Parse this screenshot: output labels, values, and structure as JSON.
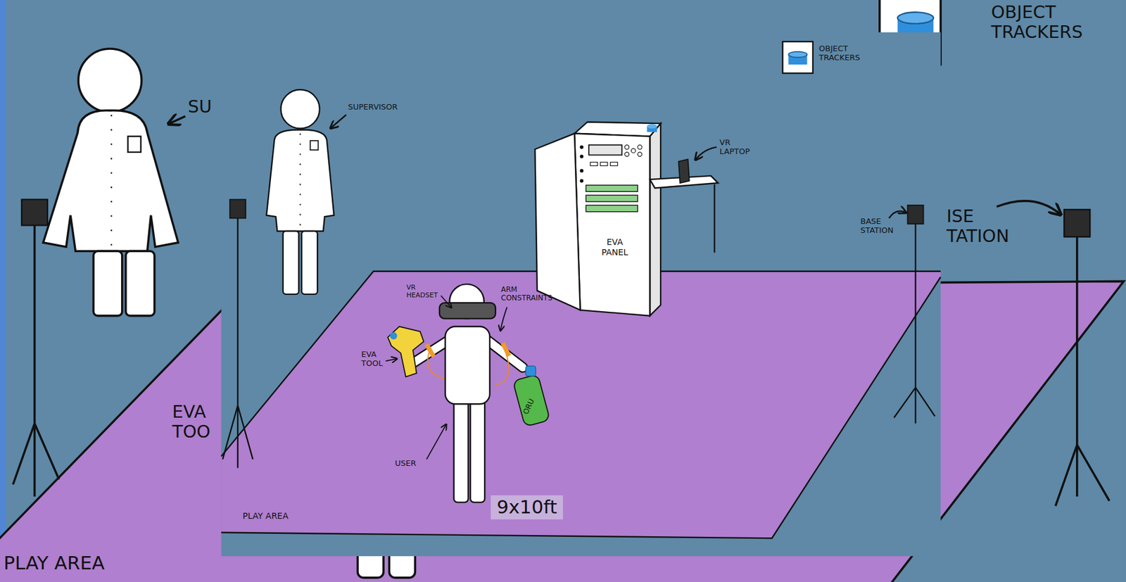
{
  "diagram": {
    "nodes": [
      {
        "text": [
          "EVA PANEL"
        ]
      }
    ],
    "labels": [
      "SU",
      "OBJECT TRACKERS",
      "OBJECT TRACKERS",
      "SUPERVISOR",
      "VR LAPTOP",
      "BASE STATION",
      "ISE TATION",
      "VR HEADSET",
      "ARM CONSTRAINTS",
      "EVA TOOL",
      "EVA TOO",
      "ORU",
      "USER",
      "PLAY AREA",
      "9x10ft",
      "PLAY AREA"
    ]
  }
}
